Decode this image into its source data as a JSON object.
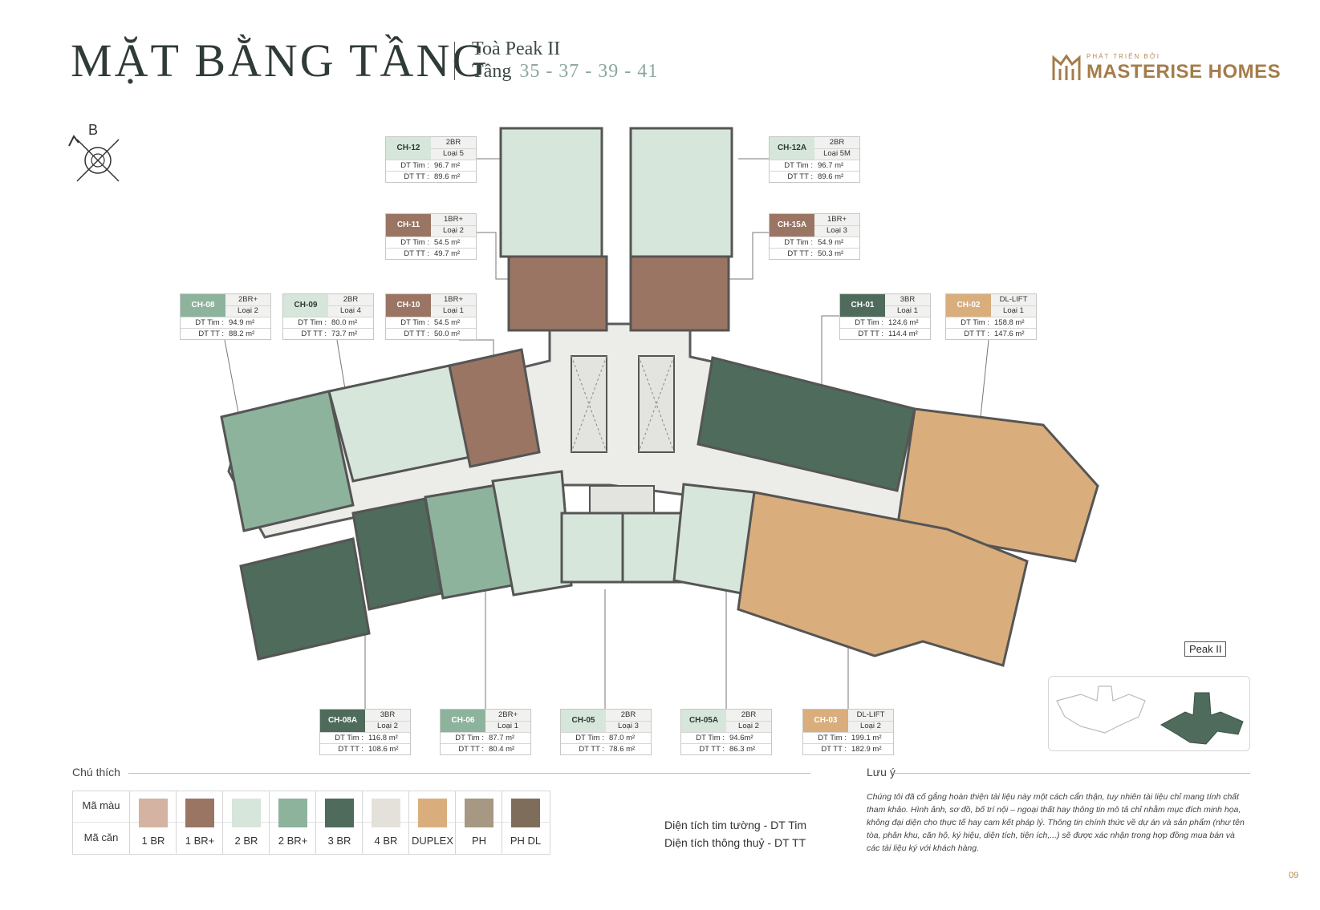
{
  "header": {
    "title": "MẶT BẰNG TẦNG",
    "tower": "Toà Peak II",
    "floor_label": "Tầng",
    "floors": "35 - 37 - 39 - 41",
    "logo_by": "PHÁT TRIỂN BỞI",
    "logo_name": "MASTERISE HOMES"
  },
  "compass_letter": "B",
  "units": [
    {
      "code": "CH-12",
      "type": "2BR",
      "kind": "Loại 5",
      "dt_tim": "96.7 m²",
      "dt_tt": "89.6 m²",
      "color": "#d6e6da"
    },
    {
      "code": "CH-12A",
      "type": "2BR",
      "kind": "Loại 5M",
      "dt_tim": "96.7 m²",
      "dt_tt": "89.6 m²",
      "color": "#d6e6da"
    },
    {
      "code": "CH-11",
      "type": "1BR+",
      "kind": "Loại 2",
      "dt_tim": "54.5 m²",
      "dt_tt": "49.7 m²",
      "color": "#9b7563"
    },
    {
      "code": "CH-15A",
      "type": "1BR+",
      "kind": "Loại 3",
      "dt_tim": "54.9 m²",
      "dt_tt": "50.3 m²",
      "color": "#9b7563"
    },
    {
      "code": "CH-08",
      "type": "2BR+",
      "kind": "Loại 2",
      "dt_tim": "94.9 m²",
      "dt_tt": "88.2 m²",
      "color": "#8db39d"
    },
    {
      "code": "CH-09",
      "type": "2BR",
      "kind": "Loại 4",
      "dt_tim": "80.0 m²",
      "dt_tt": "73.7 m²",
      "color": "#d6e6da"
    },
    {
      "code": "CH-10",
      "type": "1BR+",
      "kind": "Loại 1",
      "dt_tim": "54.5 m²",
      "dt_tt": "50.0 m²",
      "color": "#9b7563"
    },
    {
      "code": "CH-01",
      "type": "3BR",
      "kind": "Loại 1",
      "dt_tim": "124.6 m²",
      "dt_tt": "114.4 m²",
      "color": "#4f6b5b"
    },
    {
      "code": "CH-02",
      "type": "DL-LIFT",
      "kind": "Loại 1",
      "dt_tim": "158.8 m²",
      "dt_tt": "147.6 m²",
      "color": "#d9ae7c"
    },
    {
      "code": "CH-08A",
      "type": "3BR",
      "kind": "Loại 2",
      "dt_tim": "116.8 m²",
      "dt_tt": "108.6 m²",
      "color": "#4f6b5b"
    },
    {
      "code": "CH-06",
      "type": "2BR+",
      "kind": "Loại 1",
      "dt_tim": "87.7 m²",
      "dt_tt": "80.4 m²",
      "color": "#8db39d"
    },
    {
      "code": "CH-05",
      "type": "2BR",
      "kind": "Loại 3",
      "dt_tim": "87.0 m²",
      "dt_tt": "78.6 m²",
      "color": "#d6e6da"
    },
    {
      "code": "CH-05A",
      "type": "2BR",
      "kind": "Loại 2",
      "dt_tim": "94.6m²",
      "dt_tt": "86.3 m²",
      "color": "#d6e6da"
    },
    {
      "code": "CH-03",
      "type": "DL-LIFT",
      "kind": "Loại 2",
      "dt_tim": "199.1 m²",
      "dt_tt": "182.9 m²",
      "color": "#d9ae7c"
    }
  ],
  "area_labels": {
    "dt_tim": "DT Tim :",
    "dt_tt": "DT TT :"
  },
  "legend": {
    "title": "Chú thích",
    "row_color": "Mã màu",
    "row_unit": "Mã căn",
    "items": [
      {
        "name": "1 BR",
        "color": "#d4b3a2"
      },
      {
        "name": "1 BR+",
        "color": "#9b7563"
      },
      {
        "name": "2 BR",
        "color": "#d6e6da"
      },
      {
        "name": "2 BR+",
        "color": "#8db39d"
      },
      {
        "name": "3 BR",
        "color": "#4f6b5b"
      },
      {
        "name": "4 BR",
        "color": "#e4e1db"
      },
      {
        "name": "DUPLEX",
        "color": "#d9ae7c"
      },
      {
        "name": "PH",
        "color": "#a79883"
      },
      {
        "name": "PH DL",
        "color": "#7f6d5b"
      }
    ]
  },
  "area_def": {
    "line1": "Diện tích tim tường - DT Tim",
    "line2": "Diện tích thông thuỷ - DT TT"
  },
  "note": {
    "title": "Lưu ý",
    "text": "Chúng tôi đã cố gắng hoàn thiện tài liệu này một cách cẩn thận, tuy nhiên tài liệu chỉ mang tính chất tham khảo. Hình ảnh, sơ đồ, bố trí nội – ngoại thất hay thông tin mô tả chỉ nhằm mục đích minh họa, không đại diện cho thực tế hay cam kết pháp lý. Thông tin chính thức về dự án và sản phẩm (như tên tòa, phân khu, căn hộ, ký hiệu, diện tích, tiện ích,...) sẽ được xác nhận trong hợp đồng mua bán và các tài liệu ký với khách hàng."
  },
  "keymap_label": "Peak II",
  "page_number": "09"
}
